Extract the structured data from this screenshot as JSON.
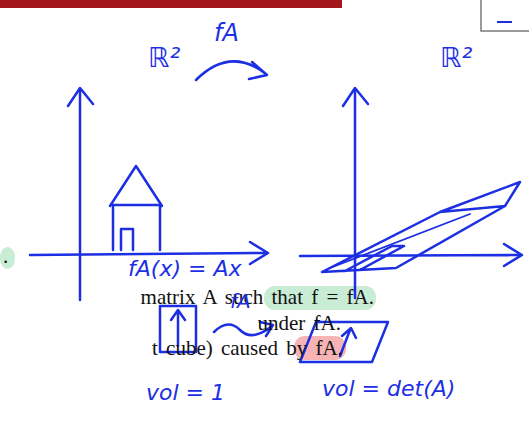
{
  "diagram": {
    "labels": [
      "ℝ²",
      "fA",
      "ℝ²",
      "fA(x) = Ax",
      ".",
      "matrix A such that f = fA.",
      "under fA.",
      "t cube) caused by fA.",
      "fA",
      "vol = 1",
      "vol = det(A)"
    ]
  }
}
